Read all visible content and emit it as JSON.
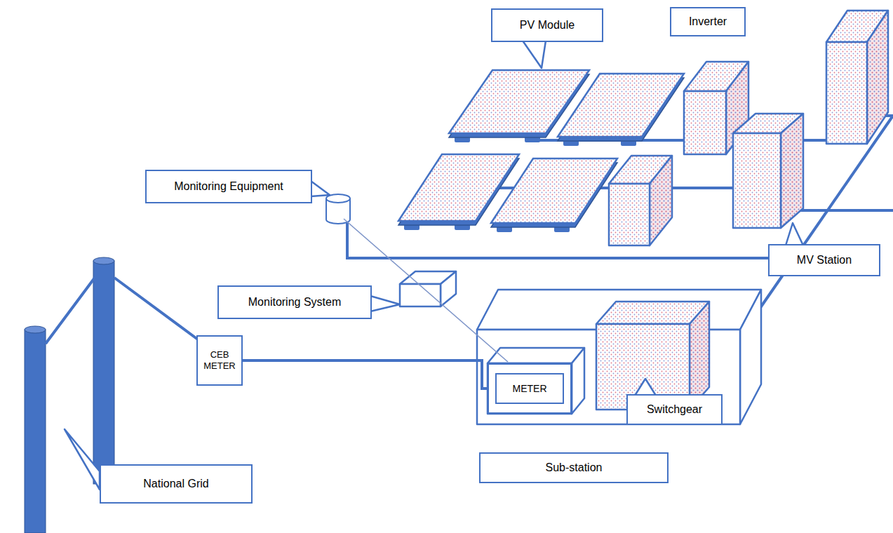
{
  "diagram": {
    "nodes": [
      {
        "text": [
          "PV Module"
        ]
      },
      {
        "text": [
          "Inverter"
        ]
      },
      {
        "text": [
          "Monitoring Equipment"
        ]
      },
      {
        "text": [
          "Monitoring System"
        ]
      },
      {
        "text": [
          "MV Station"
        ]
      },
      {
        "text": [
          "CEB METER"
        ]
      },
      {
        "text": [
          "METER"
        ]
      },
      {
        "text": [
          "Switchgear"
        ]
      },
      {
        "text": [
          "Sub-station"
        ]
      },
      {
        "text": [
          "National Grid"
        ]
      }
    ],
    "edges": [
      {
        "from": 5,
        "to": 6,
        "arrow": "none"
      }
    ]
  }
}
